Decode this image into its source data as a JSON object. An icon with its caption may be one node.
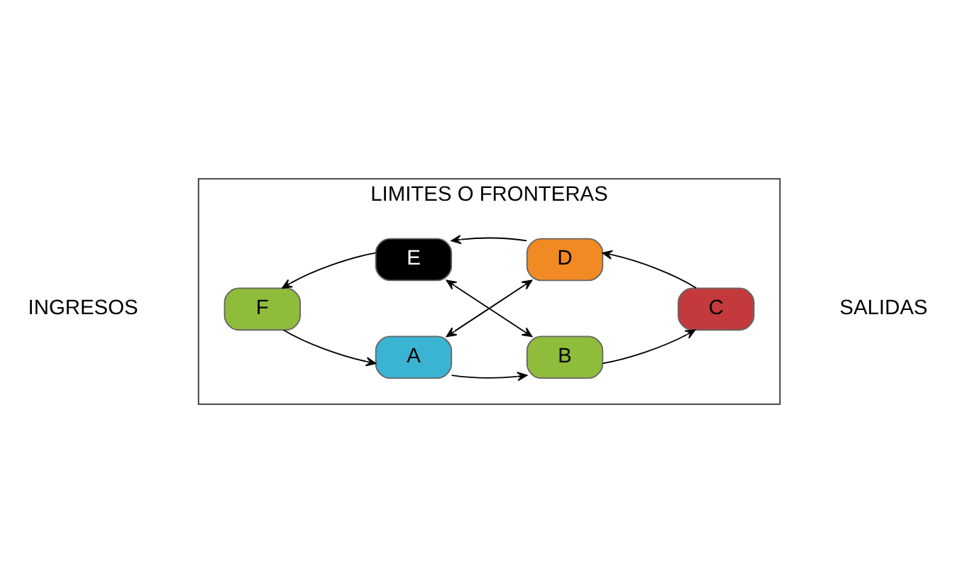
{
  "diagram": {
    "nodes": [
      {
        "text": [
          "LIMITES O FRONTERAS"
        ]
      },
      {
        "text": [
          "A"
        ],
        "in": 0
      },
      {
        "text": [
          "B"
        ],
        "in": 0
      },
      {
        "text": [
          "F"
        ],
        "in": 0
      },
      {
        "text": [
          "C"
        ],
        "in": 0
      },
      {
        "text": [
          "E"
        ],
        "in": 0
      },
      {
        "text": [
          "D"
        ],
        "in": 0
      }
    ],
    "edges": [
      {
        "from": 3,
        "to": 1,
        "arrow": "to"
      },
      {
        "from": 1,
        "to": 2,
        "arrow": "to"
      },
      {
        "from": 2,
        "to": 4,
        "arrow": "to"
      },
      {
        "from": 4,
        "to": 6,
        "arrow": "to"
      },
      {
        "from": 6,
        "to": 5,
        "arrow": "to"
      },
      {
        "from": 5,
        "to": 3,
        "arrow": "to"
      },
      {
        "from": 1,
        "to": 6,
        "arrow": "both"
      },
      {
        "from": 2,
        "to": 5,
        "arrow": "both"
      }
    ],
    "labels": [
      "INGRESOS",
      "SALIDAS"
    ]
  }
}
